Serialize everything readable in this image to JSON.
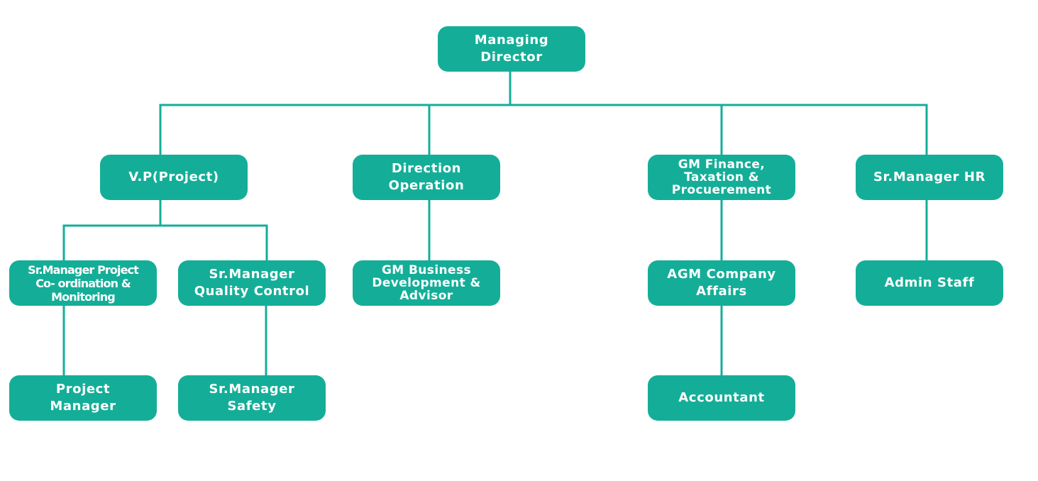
{
  "colors": {
    "box_fill": "#14ae98",
    "connector": "#14ae98",
    "text": "#ffffff"
  },
  "nodes": {
    "managing_director": "Managing\nDirector",
    "vp_project": "V.P(Project)",
    "direction_operation": "Direction\nOperation",
    "gm_finance": "GM Finance,\nTaxation &\nProcuerement",
    "sr_manager_hr": "Sr.Manager HR",
    "sr_manager_project_coordination": "Sr.Manager Project\nCo- ordination &\nMonitoring",
    "sr_manager_quality_control": "Sr.Manager\nQuality Control",
    "gm_business_development": "GM Business\nDevelopment &\nAdvisor",
    "agm_company_affairs": "AGM Company\nAffairs",
    "admin_staff": "Admin Staff",
    "project_manager": "Project\nManager",
    "sr_manager_safety": "Sr.Manager\nSafety",
    "accountant": "Accountant"
  }
}
